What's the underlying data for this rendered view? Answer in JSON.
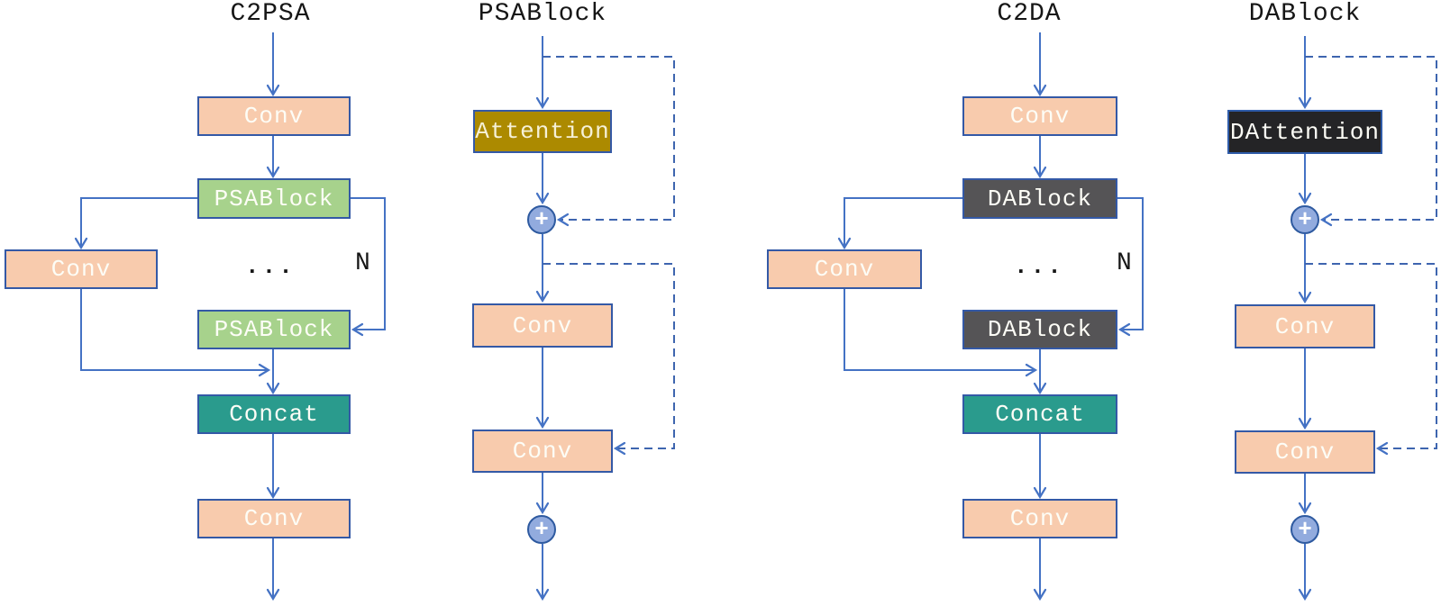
{
  "diagram": {
    "columns": [
      {
        "title": "C2PSA",
        "ellipsis": "...",
        "repeat_label": "N",
        "blocks": {
          "conv_top": "Conv",
          "inner_block_1": "PSABlock",
          "shortcut_conv": "Conv",
          "inner_block_2": "PSABlock",
          "concat": "Concat",
          "conv_bottom": "Conv"
        }
      },
      {
        "title": "PSABlock",
        "blocks": {
          "attention": "Attention",
          "add_1": "+",
          "conv_1": "Conv",
          "conv_2": "Conv",
          "add_2": "+"
        }
      },
      {
        "title": "C2DA",
        "ellipsis": "...",
        "repeat_label": "N",
        "blocks": {
          "conv_top": "Conv",
          "inner_block_1": "DABlock",
          "shortcut_conv": "Conv",
          "inner_block_2": "DABlock",
          "concat": "Concat",
          "conv_bottom": "Conv"
        }
      },
      {
        "title": "DABlock",
        "blocks": {
          "attention": "DAttention",
          "add_1": "+",
          "conv_1": "Conv",
          "conv_2": "Conv",
          "add_2": "+"
        }
      }
    ],
    "colors": {
      "line_blue": "#4472C4",
      "border_blue": "#3459A6",
      "conv_fill": "#F8CBAD",
      "psablock_fill": "#A7D28C",
      "concat_fill": "#2A9B8D",
      "attention_fill": "#AC8A00",
      "dablock_fill": "#555456",
      "dattention_fill": "#242426",
      "add_node_fill": "#92ABDE",
      "block_text": "#FDFDF6",
      "title_text": "#161616"
    }
  }
}
